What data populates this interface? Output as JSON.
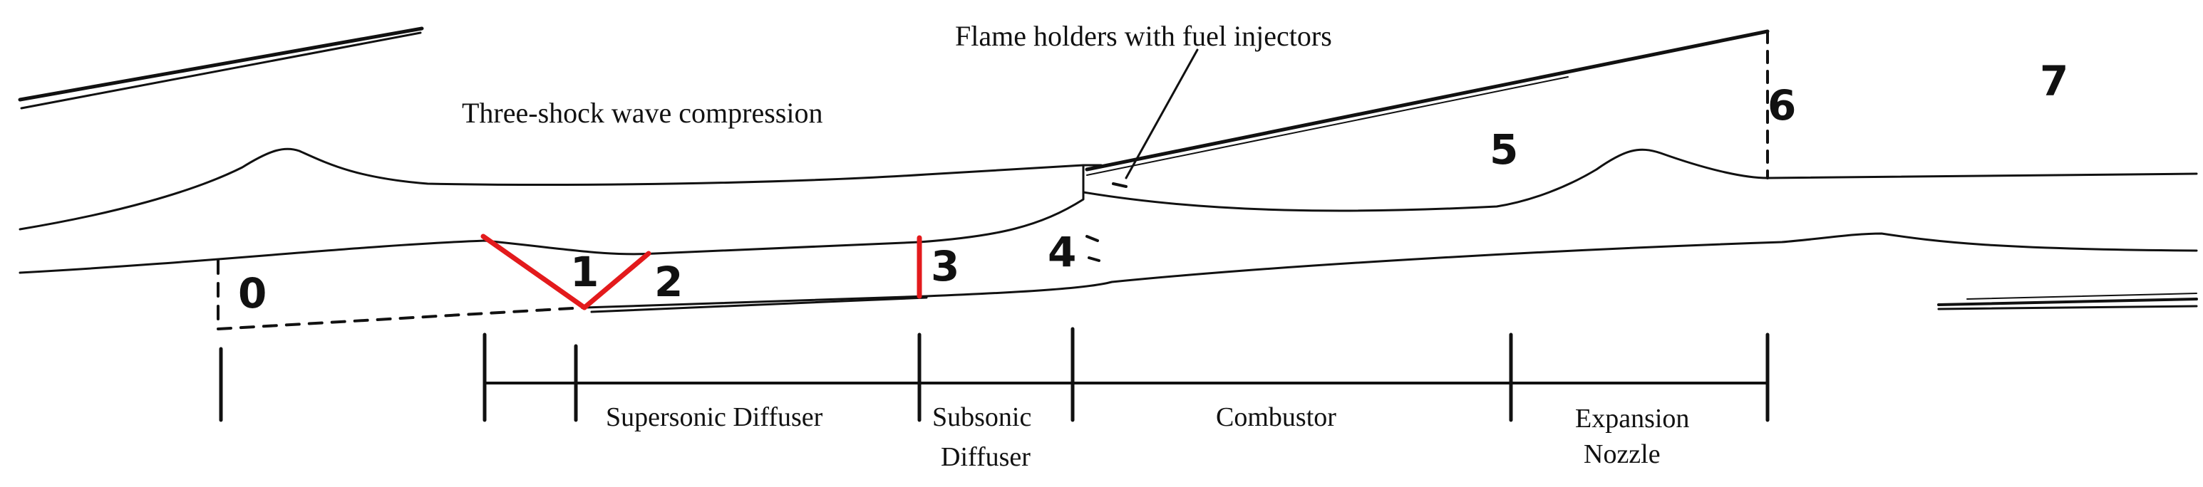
{
  "labels": {
    "compression": "Three-shock wave compression",
    "flame_holders": "Flame holders with fuel injectors"
  },
  "stations": {
    "s0": "0",
    "s1": "1",
    "s2": "2",
    "s3": "3",
    "s4": "4",
    "s5": "5",
    "s6": "6",
    "s7": "7"
  },
  "sections": {
    "supersonic_diffuser": "Supersonic Diffuser",
    "subsonic_diffuser_line1": "Subsonic",
    "subsonic_diffuser_line2": "Diffuser",
    "combustor": "Combustor",
    "expansion_nozzle_line1": "Expansion",
    "expansion_nozzle_line2": "Nozzle"
  },
  "colors": {
    "ink": "#111111",
    "shock": "#e31a1c"
  }
}
